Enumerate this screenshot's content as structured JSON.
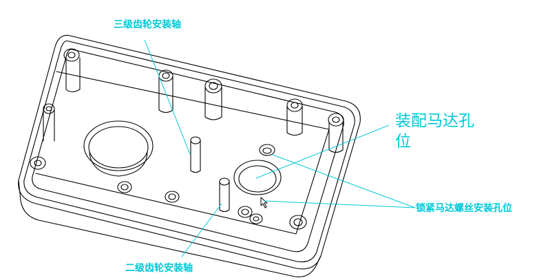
{
  "labels": {
    "third_gear_shaft": "三级齿轮安装轴",
    "motor_hole_line1": "装配马达孔",
    "motor_hole_line2": "位",
    "motor_screw_holes": "锁紧马达螺丝安装孔位",
    "second_gear_shaft": "二级齿轮安装轴"
  },
  "colors": {
    "label": "#00c8d8",
    "leader": "#00c8d8",
    "outline": "#000000",
    "background": "#ffffff"
  }
}
